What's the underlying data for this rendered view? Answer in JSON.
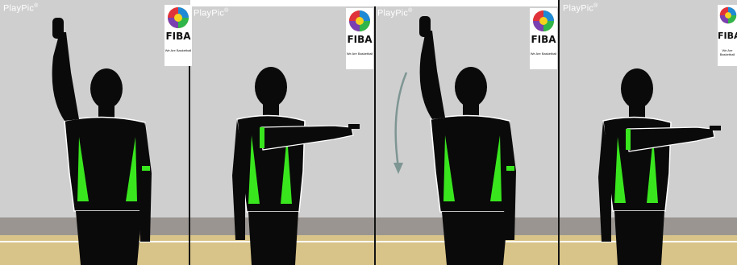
{
  "watermark": "PlayPic",
  "registered_mark": "®",
  "badge": {
    "text": "FIBA",
    "tagline": "We Are Basketball"
  },
  "colors": {
    "wall": "#cfcfcf",
    "floor": "#d8c489",
    "baseboard": "#9a9591",
    "silhouette": "#0a0a0a",
    "accent_green": "#39e61e",
    "arrow": "#7e9693",
    "watermark_text": "#ffffff"
  },
  "panels": [
    {
      "pose": "arm raised straight up, open hand"
    },
    {
      "pose": "arm extended horizontally, index finger pointing"
    },
    {
      "pose": "arm raised with downward curved arrow"
    },
    {
      "pose": "arm extended horizontally, index finger pointing"
    }
  ]
}
